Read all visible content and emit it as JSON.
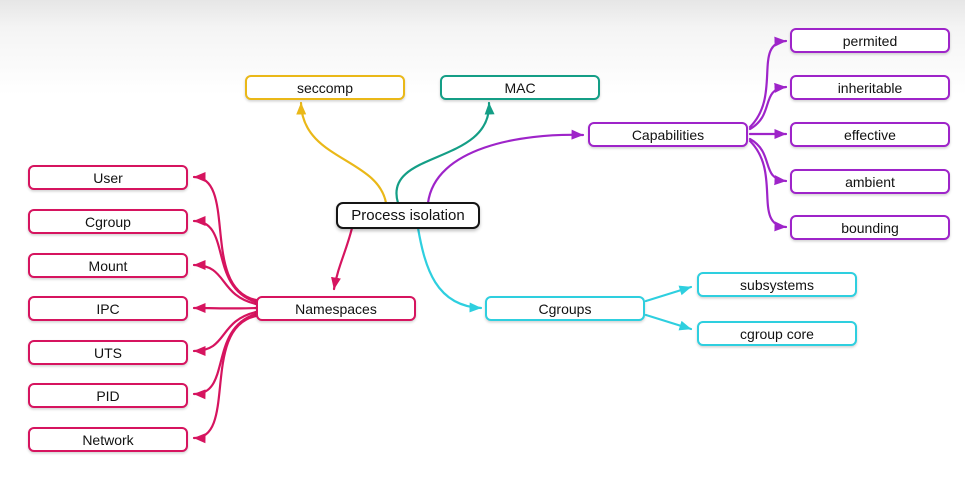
{
  "diagram": {
    "root": "Process isolation",
    "seccomp": "seccomp",
    "mac": "MAC",
    "capabilities": "Capabilities",
    "cap_children": [
      "permited",
      "inheritable",
      "effective",
      "ambient",
      "bounding"
    ],
    "namespaces": "Namespaces",
    "ns_children": [
      "User",
      "Cgroup",
      "Mount",
      "IPC",
      "UTS",
      "PID",
      "Network"
    ],
    "cgroups": "Cgroups",
    "cg_children": [
      "subsystems",
      "cgroup core"
    ],
    "colors": {
      "seccomp_branch": "#eab818",
      "mac_branch": "#149e86",
      "capabilities_branch": "#9e24c9",
      "namespaces_branch": "#d6145f",
      "cgroups_branch": "#2ecfdf",
      "root_border": "#151515"
    }
  }
}
